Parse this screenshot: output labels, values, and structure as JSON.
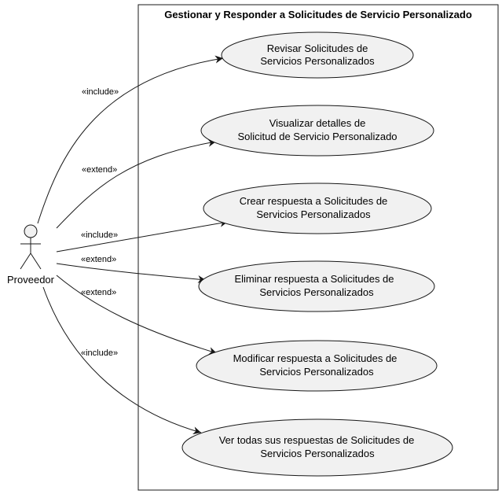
{
  "system": {
    "title": "Gestionar y Responder a Solicitudes de Servicio Personalizado"
  },
  "actor": {
    "name": "Proveedor"
  },
  "use_cases": [
    {
      "line1": "Revisar Solicitudes de",
      "line2": "Servicios Personalizados"
    },
    {
      "line1": "Visualizar detalles de",
      "line2": "Solicitud de Servicio Personalizado"
    },
    {
      "line1": "Crear respuesta a Solicitudes de",
      "line2": "Servicios Personalizados"
    },
    {
      "line1": "Eliminar respuesta a Solicitudes de",
      "line2": "Servicios Personalizados"
    },
    {
      "line1": "Modificar respuesta a Solicitudes de",
      "line2": "Servicios Personalizados"
    },
    {
      "line1": "Ver todas sus respuestas de Solicitudes de",
      "line2": "Servicios Personalizados"
    }
  ],
  "relations": [
    {
      "label": "«include»"
    },
    {
      "label": "«extend»"
    },
    {
      "label": "«include»"
    },
    {
      "label": "«extend»"
    },
    {
      "label": "«extend»"
    },
    {
      "label": "«include»"
    }
  ],
  "colors": {
    "usecase_fill": "#f1f1f1",
    "stroke": "#181818",
    "actor_fill": "#f1f1f1"
  }
}
